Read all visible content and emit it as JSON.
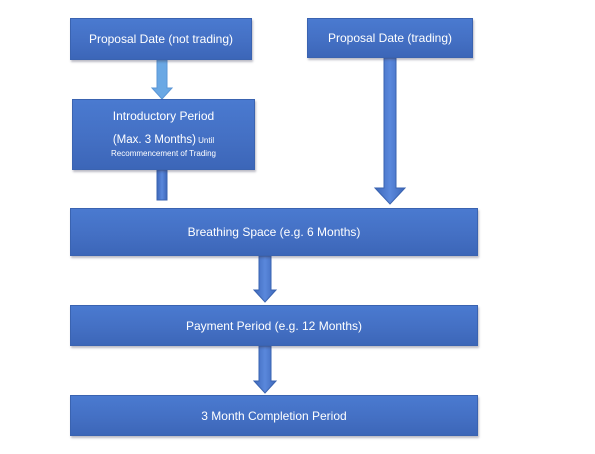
{
  "nodes": {
    "proposal_not_trading": "Proposal Date (not trading)",
    "proposal_trading": "Proposal Date (trading)",
    "introductory": {
      "title": "Introductory Period",
      "max_text": "(Max. 3 Months)",
      "until_text": " Until",
      "recommencement": "Recommencement of Trading"
    },
    "breathing_space": "Breathing Space (e.g. 6 Months)",
    "payment_period": "Payment Period (e.g. 12 Months)",
    "completion_period": "3 Month Completion Period"
  },
  "colors": {
    "box_fill": "#4472c4",
    "arrow_fill": "#4a7ad0",
    "text": "#ffffff"
  }
}
